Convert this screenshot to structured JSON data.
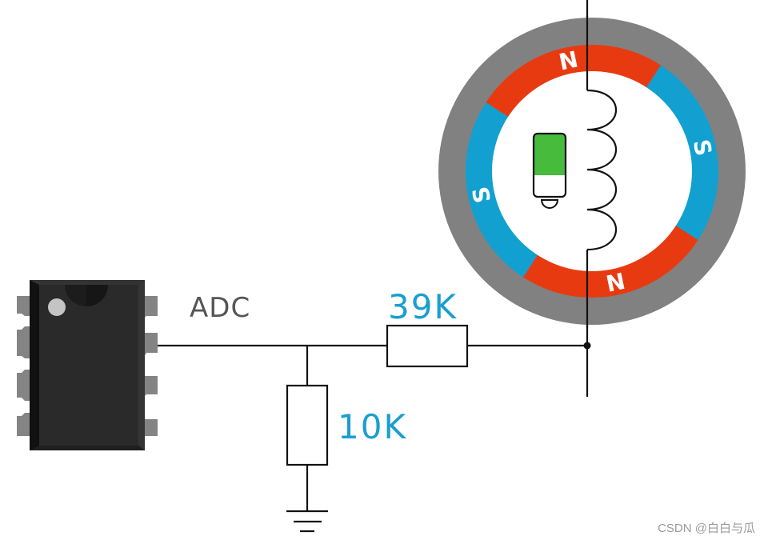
{
  "labels": {
    "adc": "ADC",
    "resistor_top": "39K",
    "resistor_bottom": "10K"
  },
  "motor": {
    "poles": [
      {
        "letter": "N",
        "color": "#e83a10"
      },
      {
        "letter": "S",
        "color": "#12a0d0"
      },
      {
        "letter": "N",
        "color": "#e83a10"
      },
      {
        "letter": "S",
        "color": "#12a0d0"
      }
    ],
    "housing_color": "#818181",
    "hall_sensor_color": "#46bb3c"
  },
  "colors": {
    "label_blue": "#1a9ed0",
    "label_gray": "#555555",
    "wire": "#111111",
    "chip_body": "#2a2a2a",
    "chip_pin": "#848484"
  },
  "watermark": "CSDN @白白与瓜"
}
